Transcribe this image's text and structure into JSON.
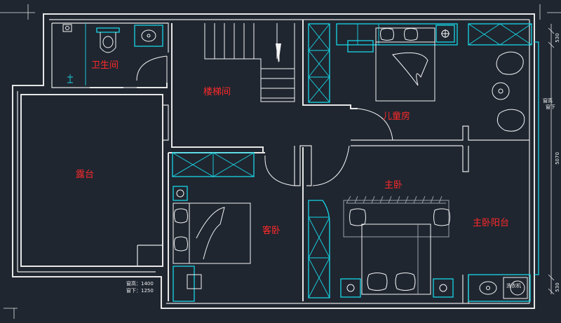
{
  "rooms": {
    "bathroom": "卫生间",
    "stairwell": "楼梯间",
    "kids_room": "儿童房",
    "terrace": "露台",
    "guest_room": "客卧",
    "master_bedroom": "主卧",
    "master_balcony": "主卧阳台"
  },
  "notes": {
    "window_left_line1": "窗高：1400",
    "window_left_line2": "窗下：1250",
    "window_right_line1": "窗高",
    "window_right_line2": "窗下",
    "washer": "洗衣机"
  },
  "dimensions": {
    "right_1": "530",
    "right_2": "5070",
    "right_3": "530"
  }
}
